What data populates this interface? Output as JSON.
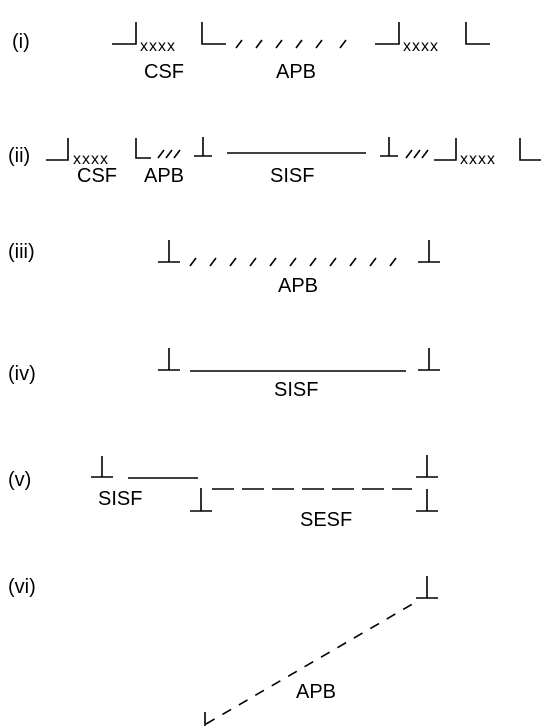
{
  "rows": [
    {
      "id": "i",
      "label": "(i)",
      "parts": {
        "csf": "CSF",
        "apb": "APB",
        "crosses": "xxxx"
      }
    },
    {
      "id": "ii",
      "label": "(ii)",
      "parts": {
        "csf": "CSF",
        "apb": "APB",
        "sisf": "SISF",
        "crosses": "xxxx"
      }
    },
    {
      "id": "iii",
      "label": "(iii)",
      "parts": {
        "apb": "APB"
      }
    },
    {
      "id": "iv",
      "label": "(iv)",
      "parts": {
        "sisf": "SISF"
      }
    },
    {
      "id": "v",
      "label": "(v)",
      "parts": {
        "sisf": "SISF",
        "sesf": "SESF"
      }
    },
    {
      "id": "vi",
      "label": "(vi)",
      "parts": {
        "apb": "APB"
      }
    }
  ]
}
